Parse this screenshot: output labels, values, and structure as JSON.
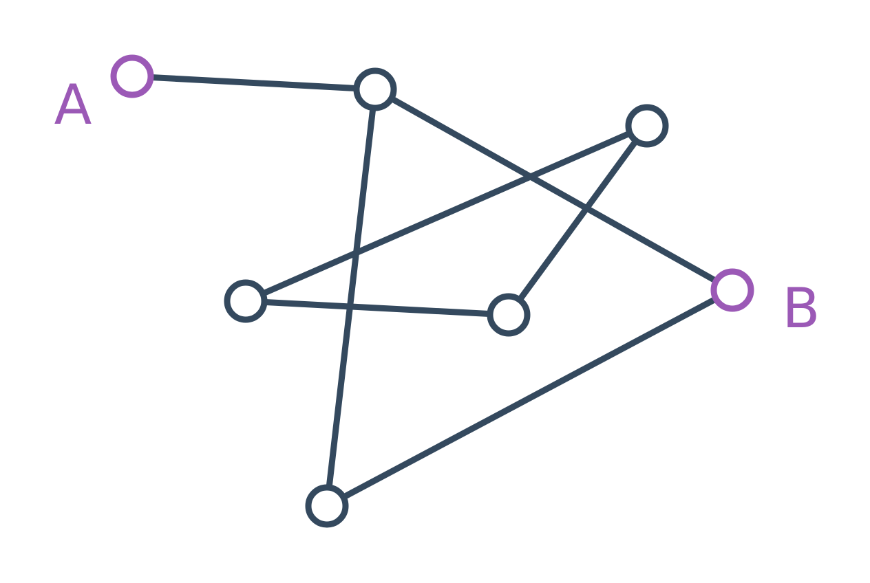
{
  "graph": {
    "colors": {
      "edge": "#34495e",
      "node": "#34495e",
      "terminal": "#9b59b6"
    },
    "nodes": [
      {
        "id": "A",
        "label": "A",
        "terminal": true
      },
      {
        "id": "n1",
        "label": "",
        "terminal": false
      },
      {
        "id": "n2",
        "label": "",
        "terminal": false
      },
      {
        "id": "B",
        "label": "B",
        "terminal": true
      },
      {
        "id": "n3",
        "label": "",
        "terminal": false
      },
      {
        "id": "n4",
        "label": "",
        "terminal": false
      },
      {
        "id": "n5",
        "label": "",
        "terminal": false
      }
    ],
    "edges": [
      {
        "from": "A",
        "to": "n1"
      },
      {
        "from": "n1",
        "to": "B"
      },
      {
        "from": "n1",
        "to": "n5"
      },
      {
        "from": "n2",
        "to": "n3"
      },
      {
        "from": "n2",
        "to": "n4"
      },
      {
        "from": "n3",
        "to": "n4"
      },
      {
        "from": "B",
        "to": "n5"
      }
    ]
  }
}
